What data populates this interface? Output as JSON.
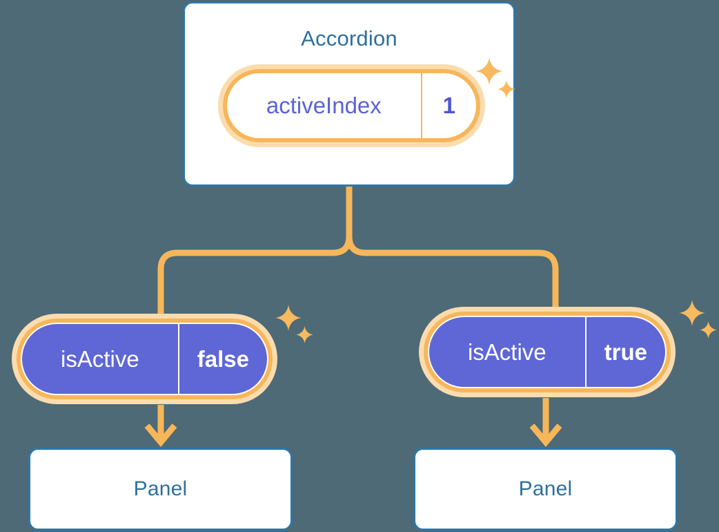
{
  "diagram": {
    "background_color": "#4d6a76",
    "accent_blue": "#2e77a8",
    "accent_orange": "#f7b65a",
    "accent_orange_light": "#fbdcae",
    "accent_purple": "#5f67d6",
    "title_text_color": "#2e6f9e"
  },
  "root": {
    "title": "Accordion",
    "state_pill": {
      "key": "activeIndex",
      "value": "1"
    }
  },
  "branches": [
    {
      "state_pill": {
        "key": "isActive",
        "value": "false"
      },
      "child": {
        "title": "Panel"
      }
    },
    {
      "state_pill": {
        "key": "isActive",
        "value": "true"
      },
      "child": {
        "title": "Panel"
      }
    }
  ],
  "icons": {
    "sparkle_large": "sparkle-large-icon",
    "sparkle_small": "sparkle-small-icon",
    "arrow_down": "arrow-down-icon"
  }
}
